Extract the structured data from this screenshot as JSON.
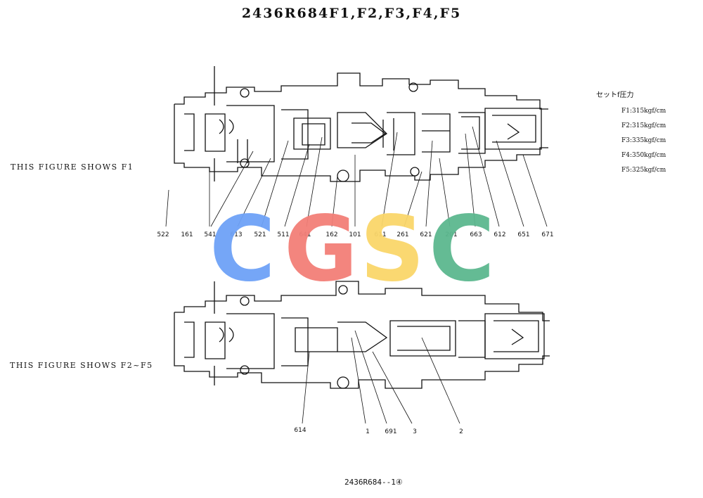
{
  "title": "2436R684F1,F2,F3,F4,F5",
  "captions": {
    "top": "THIS FIGURE SHOWS F1",
    "bottom": "THIS FIGURE SHOWS F2~F5"
  },
  "pressure_settings": {
    "heading": "セットf圧力",
    "items": [
      "F1:315kgf/cm",
      "F2:315kgf/cm",
      "F3:335kgf/cm",
      "F4:350kgf/cm",
      "F5:325kgf/cm"
    ]
  },
  "top_part_numbers": [
    "522",
    "161",
    "541",
    "613",
    "521",
    "511",
    "641",
    "162",
    "101",
    "611",
    "261",
    "621",
    "201",
    "663",
    "612",
    "651",
    "671"
  ],
  "bottom_part_numbers": [
    "614",
    "1",
    "691",
    "3",
    "2"
  ],
  "drawing_number": "2436R684--1④",
  "watermark": {
    "letters": [
      "C",
      "G",
      "S",
      "C"
    ],
    "colors": [
      "#6ea2f7",
      "#f37f78",
      "#fad66a",
      "#5cb88f"
    ]
  }
}
